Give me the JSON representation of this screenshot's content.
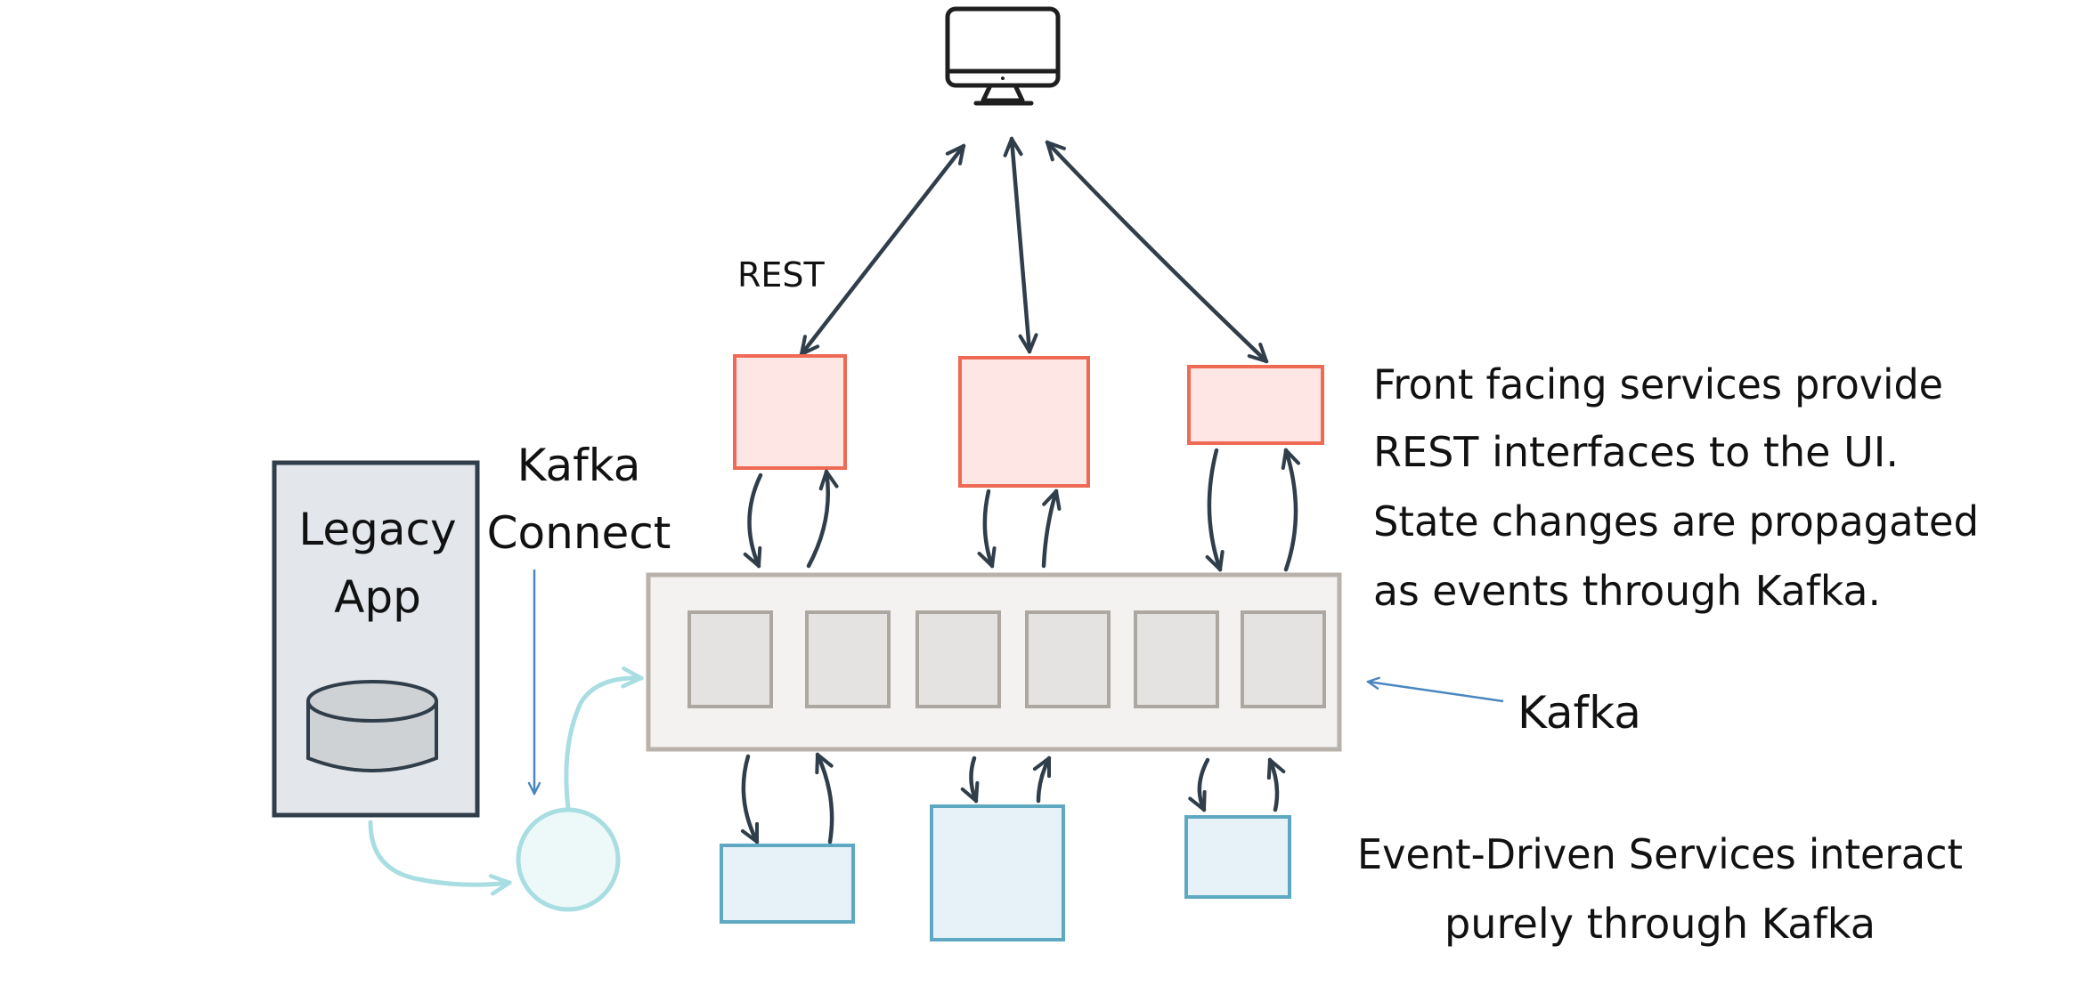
{
  "labels": {
    "rest": "REST",
    "kafka_connect_line1": "Kafka",
    "kafka_connect_line2": "Connect",
    "legacy_line1": "Legacy",
    "legacy_line2": "App",
    "kafka": "Kafka",
    "front_desc": [
      "Front facing services provide",
      "REST interfaces to the UI.",
      "State changes are propagated",
      "as events through Kafka."
    ],
    "event_desc": [
      "Event-Driven Services interact",
      "purely through Kafka"
    ]
  },
  "icons": {
    "client": "monitor-icon",
    "database": "database-icon",
    "connector": "connector-circle"
  },
  "colors": {
    "front_service_fill": "#fde6e3",
    "front_service_stroke": "#ef6a55",
    "event_service_fill": "#e6f2f7",
    "event_service_stroke": "#5fa8c2",
    "legacy_fill": "#e3e7eb",
    "legacy_stroke": "#2f3e4a",
    "kafka_fill": "#f3f2f0",
    "kafka_stroke": "#b8b2aa",
    "partition_fill": "#e4e3e1",
    "arrow": "#2f3e4a",
    "connect_arrow": "#a8dde2",
    "pointer_arrow": "#4a86c0"
  }
}
